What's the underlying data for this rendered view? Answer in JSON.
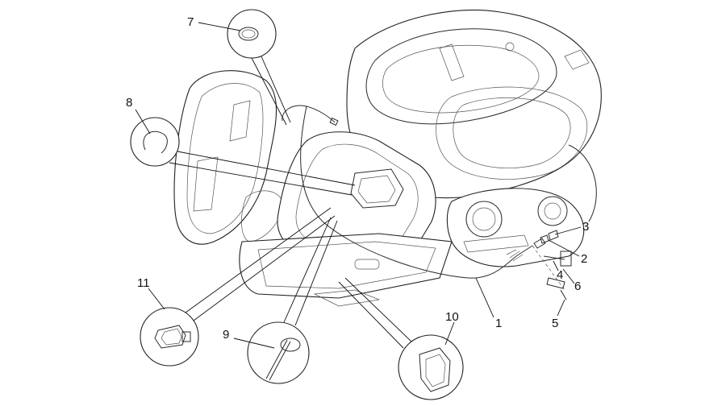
{
  "callouts": [
    {
      "id": "c1",
      "label": "1"
    },
    {
      "id": "c2",
      "label": "2"
    },
    {
      "id": "c3",
      "label": "3"
    },
    {
      "id": "c4",
      "label": "4"
    },
    {
      "id": "c5",
      "label": "5"
    },
    {
      "id": "c6",
      "label": "6"
    },
    {
      "id": "c7",
      "label": "7"
    },
    {
      "id": "c8",
      "label": "8"
    },
    {
      "id": "c9",
      "label": "9"
    },
    {
      "id": "c10",
      "label": "10"
    },
    {
      "id": "c11",
      "label": "11"
    }
  ],
  "colors": {
    "ink": "#222222",
    "background": "#ffffff"
  }
}
